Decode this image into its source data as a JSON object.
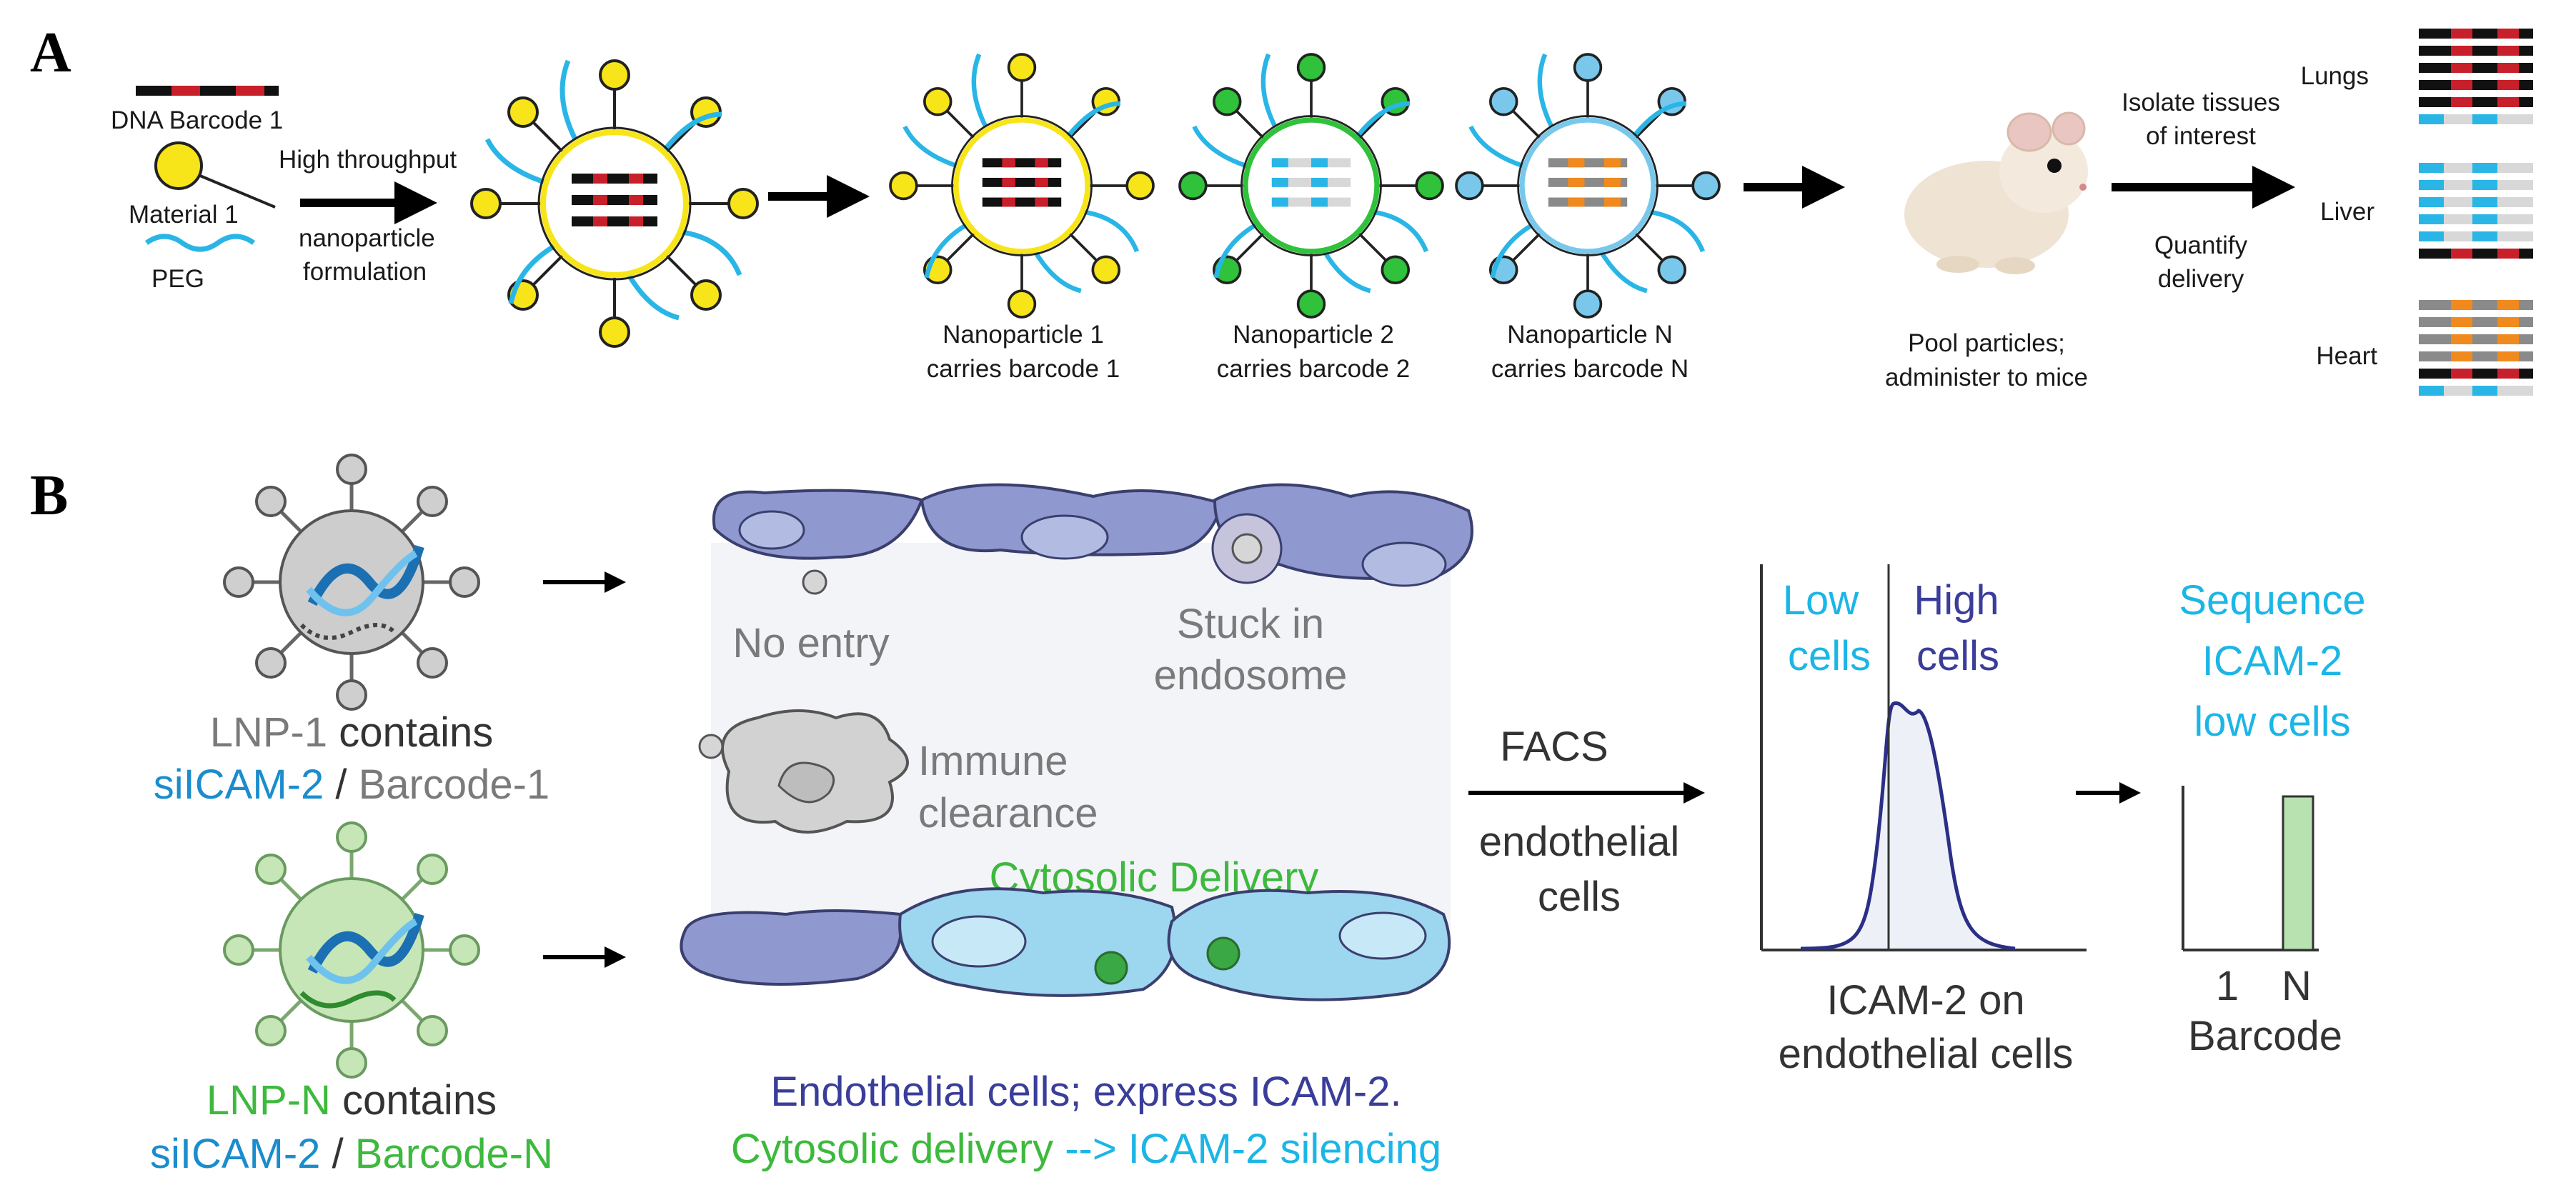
{
  "panel_a": {
    "label": "A",
    "dna_barcode_label": "DNA Barcode 1",
    "material_label": "Material 1",
    "peg_label": "PEG",
    "step1_line1": "High throughput",
    "step1_line2": "nanoparticle",
    "step1_line3": "formulation",
    "np1_line1": "Nanoparticle 1",
    "np1_line2": "carries barcode 1",
    "np2_line1": "Nanoparticle 2",
    "np2_line2": "carries barcode 2",
    "npn_line1": "Nanoparticle N",
    "npn_line2": "carries barcode N",
    "pool_line1": "Pool particles;",
    "pool_line2": "administer to mice",
    "isolate_line1": "Isolate tissues",
    "isolate_line2": "of interest",
    "quantify_line1": "Quantify",
    "quantify_line2": "delivery",
    "tissue_lungs": "Lungs",
    "tissue_liver": "Liver",
    "tissue_heart": "Heart"
  },
  "panel_b": {
    "label": "B",
    "lnp1_name": "LNP-1",
    "lnp1_contains": " contains",
    "lnp1_si": "siICAM-2",
    "lnp1_slash": " / ",
    "lnp1_barcode": "Barcode-1",
    "lnpn_name": "LNP-N",
    "lnpn_contains": " contains",
    "lnpn_si": "siICAM-2",
    "lnpn_slash": " / ",
    "lnpn_barcode": "Barcode-N",
    "no_entry": "No entry",
    "stuck_line1": "Stuck in",
    "stuck_line2": "endosome",
    "immune_line1": "Immune",
    "immune_line2": "clearance",
    "cytosolic": "Cytosolic Delivery",
    "caption_line1": "Endothelial cells; express ICAM-2.",
    "caption_line2a": "Cytosolic delivery",
    "caption_line2b": " --> ICAM-2 silencing",
    "facs_line1": "FACS",
    "facs_line2": "endothelial",
    "facs_line3": "cells",
    "low_line1": "Low",
    "low_line2": "cells",
    "high_line1": "High",
    "high_line2": "cells",
    "hist_xlabel_line1": "ICAM-2 on",
    "hist_xlabel_line2": "endothelial cells",
    "seq_line1": "Sequence",
    "seq_line2": "ICAM-2",
    "seq_line3": "low cells",
    "bar_tick_1": "1",
    "bar_tick_n": "N",
    "bar_xlabel": "Barcode"
  },
  "colors": {
    "material_yellow": "#f7e51a",
    "np2_green": "#2fc23a",
    "npn_blue": "#79c8ec",
    "peg_cyan": "#29b6e6",
    "barcode_red": "#c8202a",
    "barcode_black": "#111111",
    "barcode_orange": "#f08a1e",
    "cell_purple": "#8f98cf",
    "cell_lightblue": "#9dd6ef",
    "macrophage_grey": "#d2d2d2",
    "lnp_grey": "#c8c8c8",
    "lnp_green": "#c6e6b8",
    "histogram_navy": "#2b2f86",
    "bar_green": "#b8e2b0"
  }
}
